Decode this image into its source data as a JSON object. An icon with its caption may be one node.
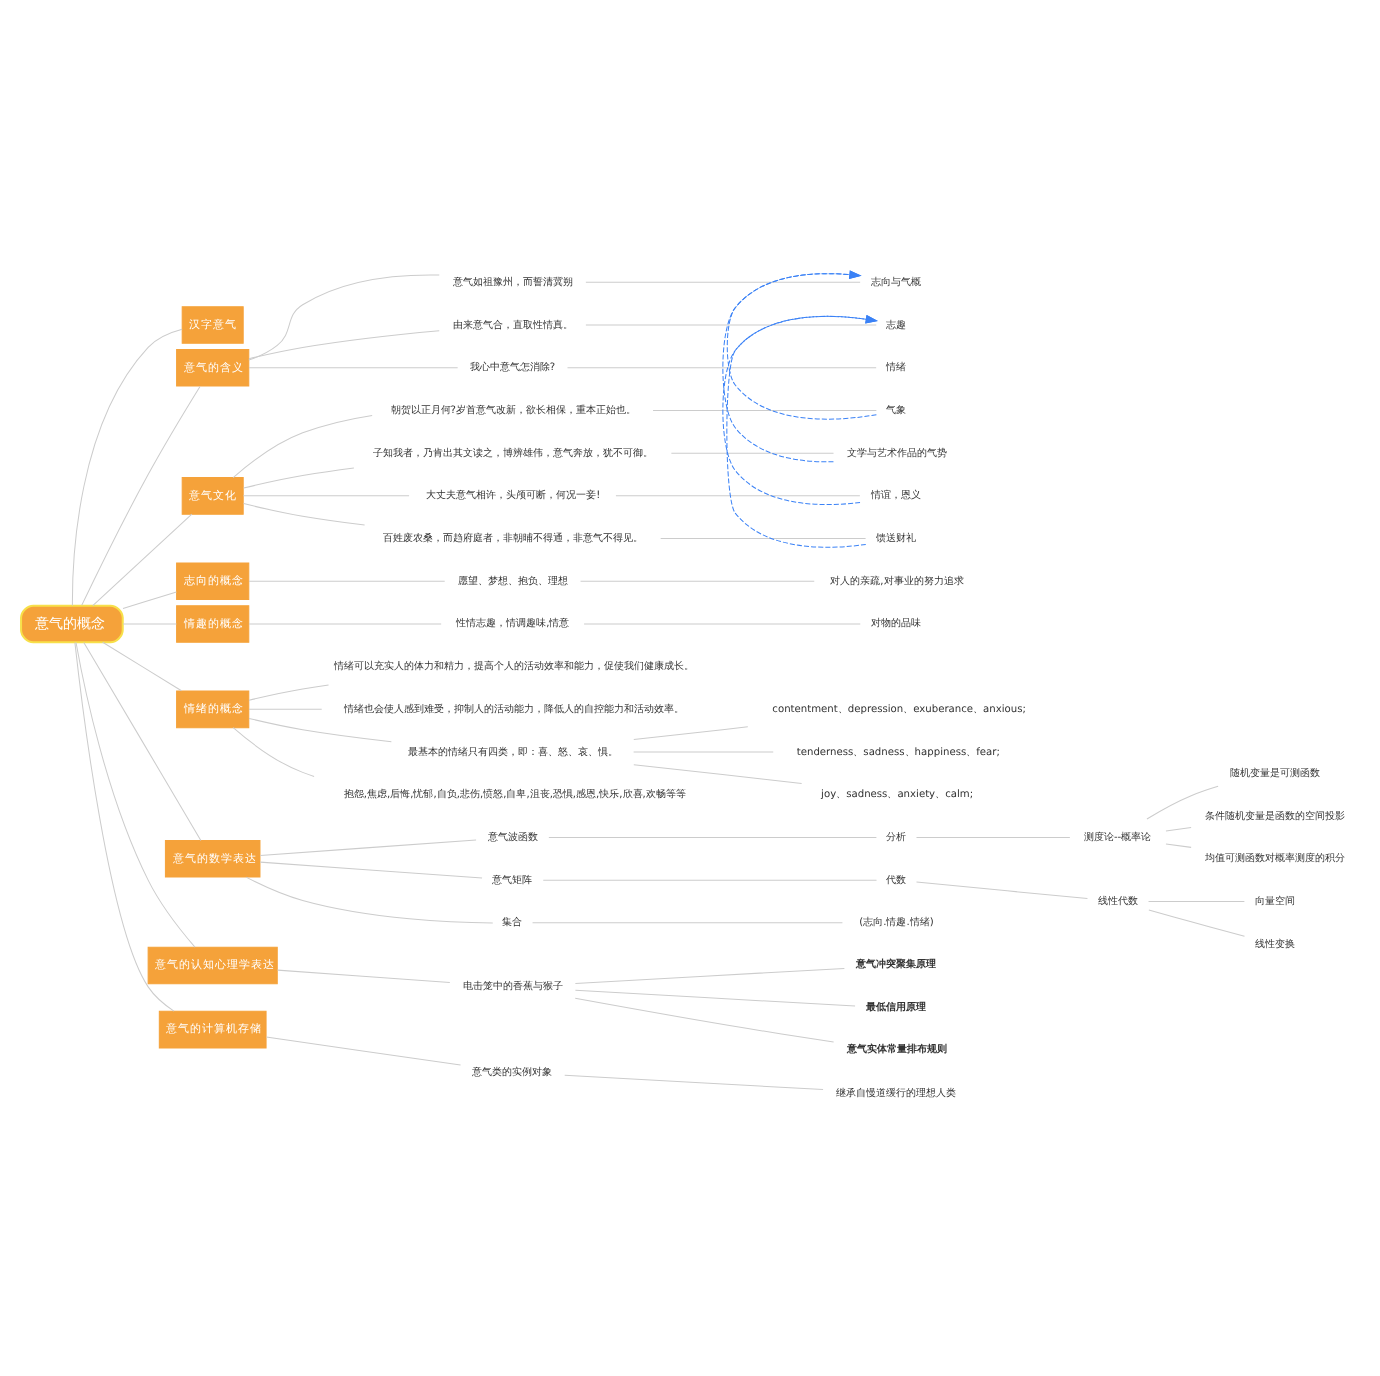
{
  "diagram": {
    "nodes": [
      {
        "text": [
          "意气的概念"
        ]
      },
      {
        "text": [
          "汉字意气"
        ]
      },
      {
        "text": [
          "意气的含义"
        ]
      },
      {
        "text": [
          "意气如祖豫州，而誓清冀朔"
        ]
      },
      {
        "text": [
          "志向与气概"
        ]
      },
      {
        "text": [
          "由来意气合，直取性情真。"
        ]
      },
      {
        "text": [
          "志趣"
        ]
      },
      {
        "text": [
          "我心中意气怎消除?"
        ]
      },
      {
        "text": [
          "情绪"
        ]
      },
      {
        "text": [
          "意气文化"
        ]
      },
      {
        "text": [
          "朝贺以正月何?岁首意气改新，欲长相保，重本正始也。"
        ]
      },
      {
        "text": [
          "气象"
        ]
      },
      {
        "text": [
          "子知我者，乃肯出其文读之，博辨雄伟，意气奔放，犹不可御。"
        ]
      },
      {
        "text": [
          "文学与艺术作品的气势"
        ]
      },
      {
        "text": [
          "大丈夫意气相许，头颅可断，何况一妾!"
        ]
      },
      {
        "text": [
          "情谊，恩义"
        ]
      },
      {
        "text": [
          "百姓废农桑，而趋府庭者，非朝晡不得通，非意气不得见。"
        ]
      },
      {
        "text": [
          "馈送财礼"
        ]
      },
      {
        "text": [
          "志向的概念"
        ]
      },
      {
        "text": [
          "愿望、梦想、抱负、理想"
        ]
      },
      {
        "text": [
          "对人的亲疏,对事业的努力追求"
        ]
      },
      {
        "text": [
          "情趣的概念"
        ]
      },
      {
        "text": [
          "性情志趣，情调趣味,情意"
        ]
      },
      {
        "text": [
          "对物的品味"
        ]
      },
      {
        "text": [
          "情绪的概念"
        ]
      },
      {
        "text": [
          "情绪可以充实人的体力和精力，提高个人的活动效率和能力，促使我们健康成长。"
        ]
      },
      {
        "text": [
          "情绪也会使人感到难受，抑制人的活动能力，降低人的自控能力和活动效率。"
        ]
      },
      {
        "text": [
          "最基本的情绪只有四类，即：喜、怒、哀、惧。"
        ]
      },
      {
        "text": [
          "contentment、depression、exuberance、anxious;"
        ]
      },
      {
        "text": [
          "tenderness、sadness、happiness、fear;"
        ]
      },
      {
        "text": [
          "joy、sadness、anxiety、calm;"
        ]
      },
      {
        "text": [
          "抱怨,焦虑,后悔,忧郁,自负,悲伤,愤怒,自卑,沮丧,恐惧,感恩,快乐,欣喜,欢畅等等"
        ]
      },
      {
        "text": [
          "意气的数学表达"
        ]
      },
      {
        "text": [
          "意气波函数"
        ]
      },
      {
        "text": [
          "分析"
        ]
      },
      {
        "text": [
          "测度论--概率论"
        ]
      },
      {
        "text": [
          "随机变量是可测函数"
        ]
      },
      {
        "text": [
          "条件随机变量是函数的空间投影"
        ]
      },
      {
        "text": [
          "均值可测函数对概率测度的积分"
        ]
      },
      {
        "text": [
          "意气矩阵"
        ]
      },
      {
        "text": [
          "代数"
        ]
      },
      {
        "text": [
          "线性代数"
        ]
      },
      {
        "text": [
          "向量空间"
        ]
      },
      {
        "text": [
          "线性变换"
        ]
      },
      {
        "text": [
          "集合"
        ]
      },
      {
        "text": [
          "(志向.情趣.情绪)"
        ]
      },
      {
        "text": [
          "意气的认知心理学表达"
        ]
      },
      {
        "text": [
          "电击笼中的香蕉与猴子"
        ]
      },
      {
        "text": [
          "意气冲突聚集原理"
        ]
      },
      {
        "text": [
          "最低信用原理"
        ]
      },
      {
        "text": [
          "意气实体常量排布规则"
        ]
      },
      {
        "text": [
          "意气的计算机存储"
        ]
      },
      {
        "text": [
          "意气类的实例对象"
        ]
      },
      {
        "text": [
          "继承自慢道缓行的理想人类"
        ]
      }
    ],
    "edges": [
      {
        "from": 0,
        "to": 1,
        "arrow": "none"
      },
      {
        "from": 0,
        "to": 2,
        "arrow": "none"
      },
      {
        "from": 2,
        "to": 3,
        "arrow": "none"
      },
      {
        "from": 3,
        "to": 4,
        "arrow": "none"
      },
      {
        "from": 2,
        "to": 5,
        "arrow": "none"
      },
      {
        "from": 5,
        "to": 6,
        "arrow": "none"
      },
      {
        "from": 2,
        "to": 7,
        "arrow": "none"
      },
      {
        "from": 7,
        "to": 8,
        "arrow": "none"
      },
      {
        "from": 0,
        "to": 9,
        "arrow": "none"
      },
      {
        "from": 9,
        "to": 10,
        "arrow": "none"
      },
      {
        "from": 10,
        "to": 11,
        "arrow": "none"
      },
      {
        "from": 9,
        "to": 12,
        "arrow": "none"
      },
      {
        "from": 12,
        "to": 13,
        "arrow": "none"
      },
      {
        "from": 9,
        "to": 14,
        "arrow": "none"
      },
      {
        "from": 14,
        "to": 15,
        "arrow": "none"
      },
      {
        "from": 9,
        "to": 16,
        "arrow": "none"
      },
      {
        "from": 16,
        "to": 17,
        "arrow": "none"
      },
      {
        "from": 0,
        "to": 18,
        "arrow": "none"
      },
      {
        "from": 18,
        "to": 19,
        "arrow": "none"
      },
      {
        "from": 19,
        "to": 20,
        "arrow": "none"
      },
      {
        "from": 0,
        "to": 21,
        "arrow": "none"
      },
      {
        "from": 21,
        "to": 22,
        "arrow": "none"
      },
      {
        "from": 22,
        "to": 23,
        "arrow": "none"
      },
      {
        "from": 0,
        "to": 24,
        "arrow": "none"
      },
      {
        "from": 24,
        "to": 25,
        "arrow": "none"
      },
      {
        "from": 24,
        "to": 26,
        "arrow": "none"
      },
      {
        "from": 24,
        "to": 27,
        "arrow": "none"
      },
      {
        "from": 27,
        "to": 28,
        "arrow": "none"
      },
      {
        "from": 27,
        "to": 29,
        "arrow": "none"
      },
      {
        "from": 27,
        "to": 30,
        "arrow": "none"
      },
      {
        "from": 24,
        "to": 31,
        "arrow": "none"
      },
      {
        "from": 0,
        "to": 32,
        "arrow": "none"
      },
      {
        "from": 32,
        "to": 33,
        "arrow": "none"
      },
      {
        "from": 33,
        "to": 34,
        "arrow": "none"
      },
      {
        "from": 34,
        "to": 35,
        "arrow": "none"
      },
      {
        "from": 35,
        "to": 36,
        "arrow": "none"
      },
      {
        "from": 35,
        "to": 37,
        "arrow": "none"
      },
      {
        "from": 35,
        "to": 38,
        "arrow": "none"
      },
      {
        "from": 32,
        "to": 39,
        "arrow": "none"
      },
      {
        "from": 39,
        "to": 40,
        "arrow": "none"
      },
      {
        "from": 40,
        "to": 41,
        "arrow": "none"
      },
      {
        "from": 41,
        "to": 42,
        "arrow": "none"
      },
      {
        "from": 41,
        "to": 43,
        "arrow": "none"
      },
      {
        "from": 32,
        "to": 44,
        "arrow": "none"
      },
      {
        "from": 44,
        "to": 45,
        "arrow": "none"
      },
      {
        "from": 0,
        "to": 46,
        "arrow": "none"
      },
      {
        "from": 46,
        "to": 47,
        "arrow": "none"
      },
      {
        "from": 47,
        "to": 48,
        "arrow": "none"
      },
      {
        "from": 47,
        "to": 49,
        "arrow": "none"
      },
      {
        "from": 47,
        "to": 50,
        "arrow": "none"
      },
      {
        "from": 0,
        "to": 51,
        "arrow": "none"
      },
      {
        "from": 51,
        "to": 52,
        "arrow": "none"
      },
      {
        "from": 52,
        "to": 53,
        "arrow": "none"
      },
      {
        "from": 11,
        "to": 4,
        "arrow": "to",
        "style": "dashed",
        "color": "#3b82f6"
      },
      {
        "from": 13,
        "to": 4,
        "arrow": "to",
        "style": "dashed",
        "color": "#3b82f6"
      },
      {
        "from": 15,
        "to": 6,
        "arrow": "to",
        "style": "dashed",
        "color": "#3b82f6"
      },
      {
        "from": 17,
        "to": 6,
        "arrow": "to",
        "style": "dashed",
        "color": "#3b82f6"
      }
    ]
  }
}
